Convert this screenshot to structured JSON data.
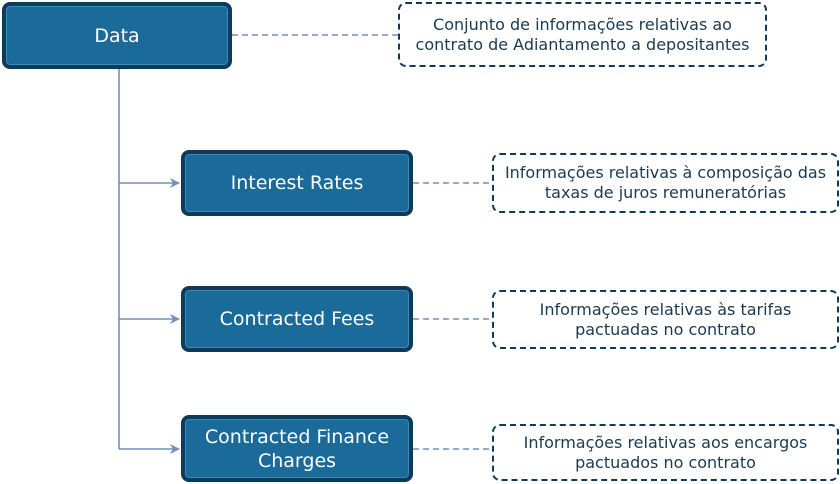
{
  "root": {
    "label": "Data",
    "note": "Conjunto de informações relativas ao contrato de Adiantamento a depositantes"
  },
  "children": [
    {
      "label": "Interest Rates",
      "note": "Informações relativas à composição das taxas de juros remuneratórias"
    },
    {
      "label": "Contracted Fees",
      "note": "Informações relativas às tarifas pactuadas no contrato"
    },
    {
      "label": "Contracted Finance Charges",
      "note": "Informações relativas aos encargos pactuados no contrato"
    }
  ],
  "colors": {
    "node_fill": "#1a6b9a",
    "node_border": "#0e3a5c",
    "connector": "#6f8fbf",
    "note_border": "#0e3a5c"
  }
}
